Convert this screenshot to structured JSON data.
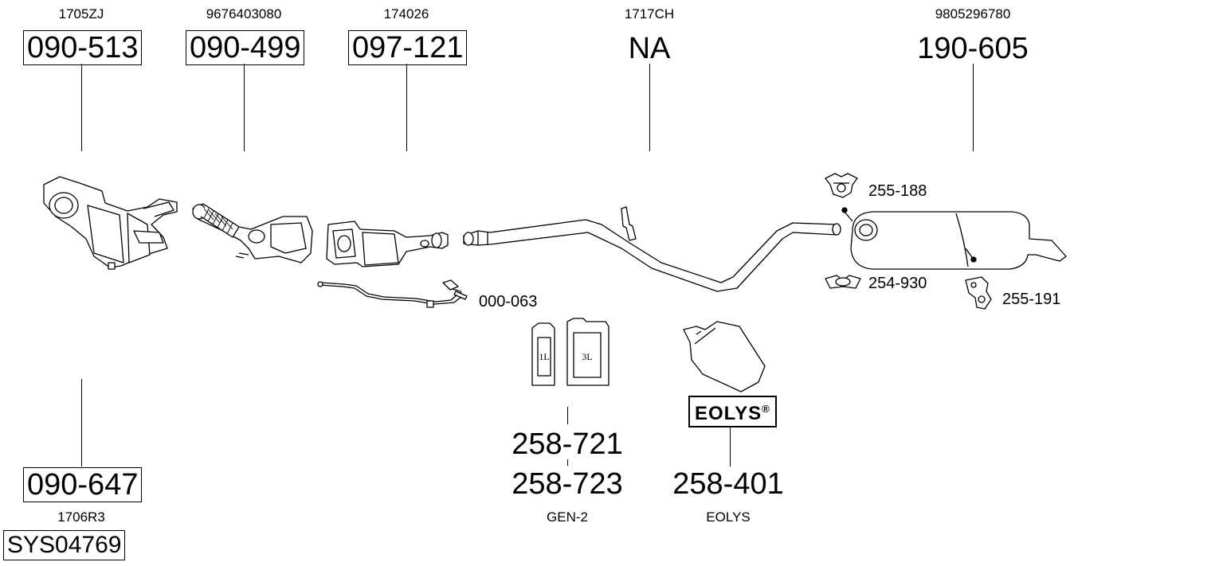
{
  "top_parts": [
    {
      "ref": "1705ZJ",
      "code": "090-513",
      "boxed": true
    },
    {
      "ref": "9676403080",
      "code": "090-499",
      "boxed": true
    },
    {
      "ref": "174026",
      "code": "097-121",
      "boxed": true
    },
    {
      "ref": "1717CH",
      "code": "NA",
      "boxed": false
    },
    {
      "ref": "9805296780",
      "code": "190-605",
      "boxed": false
    }
  ],
  "bottom_parts": [
    {
      "code": "090-647",
      "ref": "1706R3"
    }
  ],
  "system_code": "SYS04769",
  "accessories": {
    "sensor": "000-063",
    "hanger_top": "255-188",
    "clamp": "254-930",
    "hanger_bottom": "255-191"
  },
  "fluids": {
    "code1": "258-721",
    "code2": "258-723",
    "name": "GEN-2",
    "can_small": "1L",
    "can_large": "3L"
  },
  "eolys": {
    "logo": "EOLYS",
    "logo_mark": "®",
    "code": "258-401",
    "name": "EOLYS"
  }
}
